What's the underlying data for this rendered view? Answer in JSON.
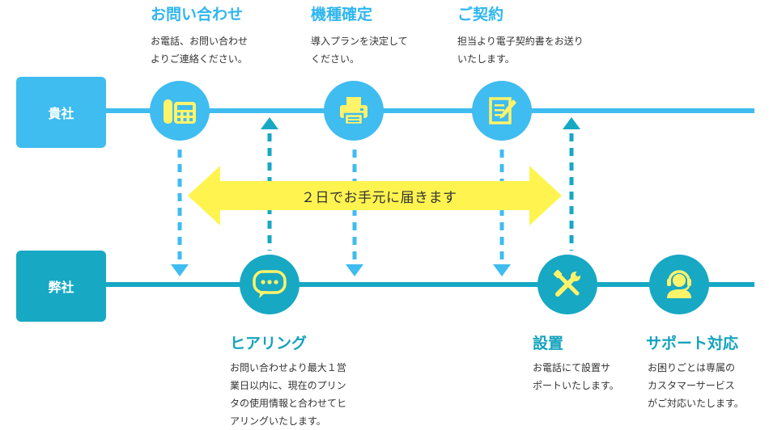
{
  "colors": {
    "client_lane": "#3fbcf0",
    "provider_lane": "#17a8c4",
    "duration_arrow": "#fff44f",
    "icon_accent": "#fff36a"
  },
  "lanes": {
    "client": {
      "label": "貴社"
    },
    "provider": {
      "label": "弊社"
    }
  },
  "steps": [
    {
      "id": "inquiry",
      "lane": "client",
      "icon": "fax-phone-icon",
      "title": "お問い合わせ",
      "desc": [
        "お電話、お問い合わせ",
        "よりご連絡ください。"
      ]
    },
    {
      "id": "hearing",
      "lane": "provider",
      "icon": "speech-bubble-icon",
      "title": "ヒアリング",
      "desc": [
        "お問い合わせより最大１営",
        "業日以内に、現在のプリン",
        "タの使用情報と合わせてヒ",
        "アリングいたします。"
      ]
    },
    {
      "id": "model",
      "lane": "client",
      "icon": "printer-icon",
      "title": "機種確定",
      "desc": [
        "導入プランを決定して",
        "ください。"
      ]
    },
    {
      "id": "contract",
      "lane": "client",
      "icon": "contract-pen-icon",
      "title": "ご契約",
      "desc": [
        "担当より電子契約書をお送り",
        "いたします。"
      ]
    },
    {
      "id": "setup",
      "lane": "provider",
      "icon": "tools-icon",
      "title": "設置",
      "desc": [
        "お電話にて設置サ",
        "ポートいたします。"
      ]
    },
    {
      "id": "support",
      "lane": "provider",
      "icon": "headset-icon",
      "title": "サポート対応",
      "desc": [
        "お困りごとは専属の",
        "カスタマーサービス",
        "がご対応いたします。"
      ]
    }
  ],
  "duration": {
    "label": "２日でお手元に届きます"
  }
}
